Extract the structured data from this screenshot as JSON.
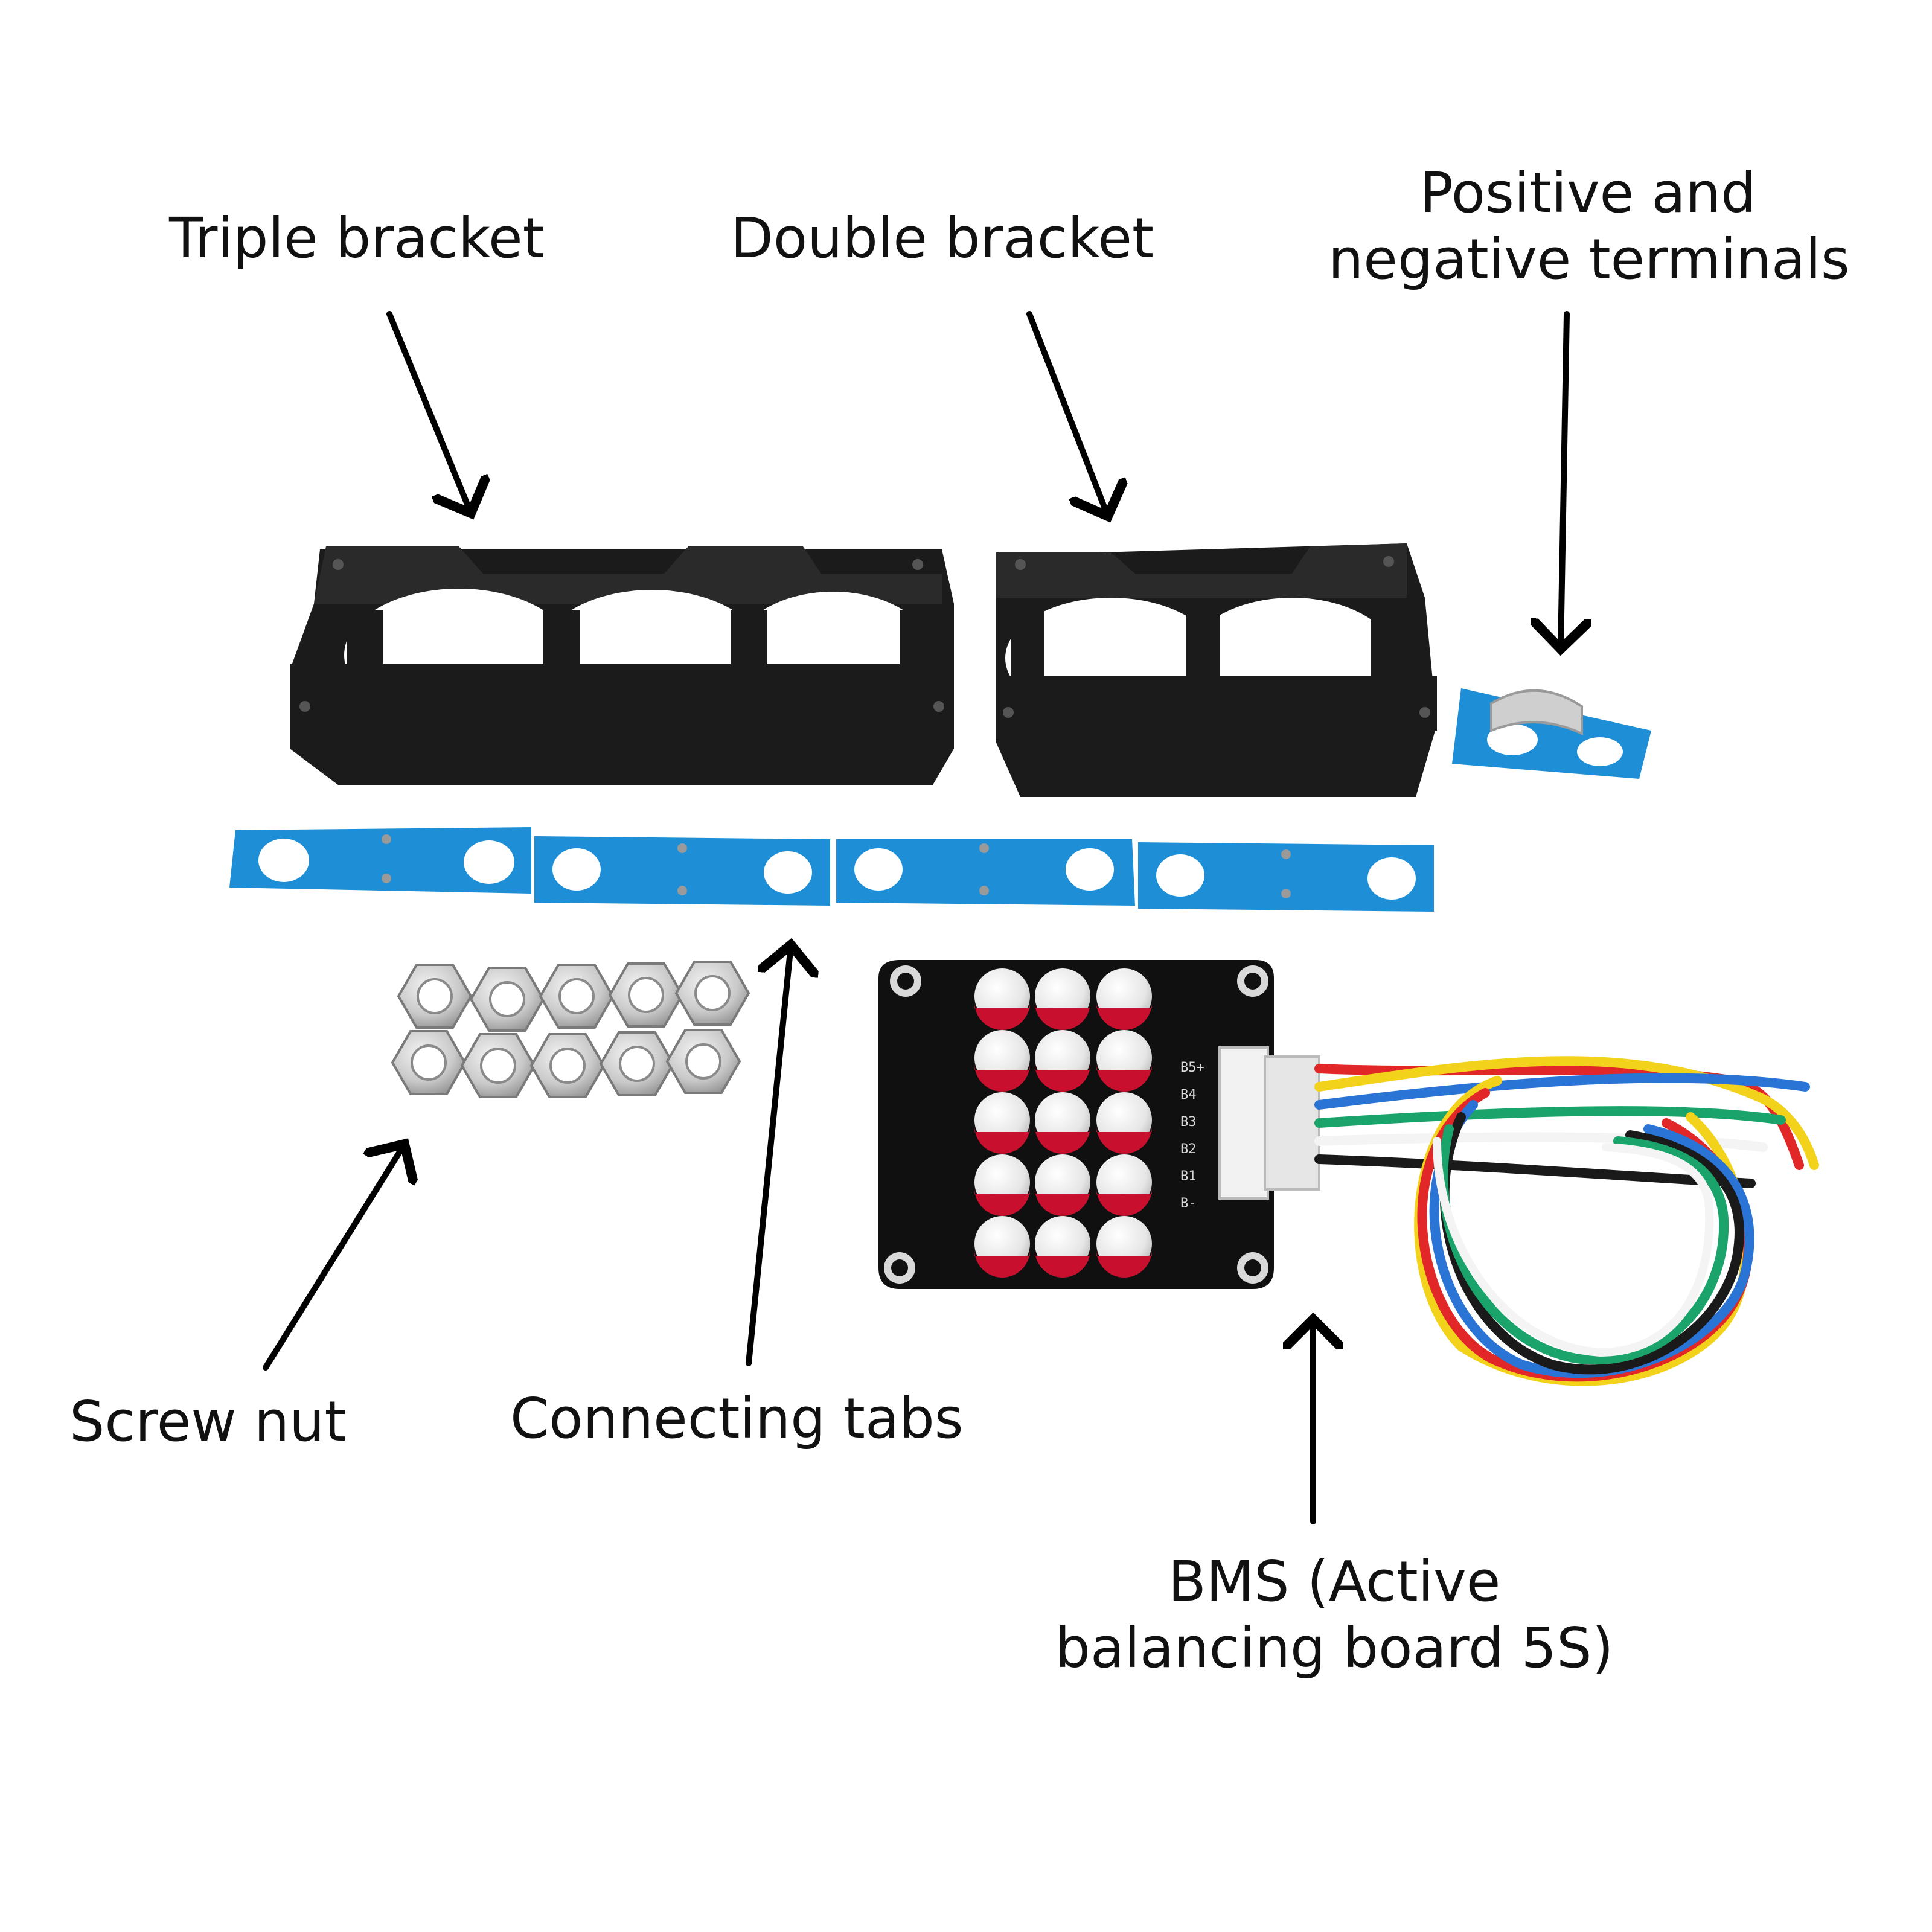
{
  "labels": {
    "triple_bracket": "Triple bracket",
    "double_bracket": "Double bracket",
    "terminals_line1": "Positive and",
    "terminals_line2": "negative terminals",
    "screw_nut": "Screw nut",
    "connecting_tabs": "Connecting tabs",
    "bms_line1": "BMS (Active",
    "bms_line2": "balancing board 5S)"
  },
  "board_markings": {
    "pins": [
      "B5+",
      "B4",
      "B3",
      "B2",
      "B1",
      "B-"
    ]
  },
  "colors": {
    "text": "#111111",
    "bracket": "#1b1b1b",
    "tab_blue": "#1e8fd6",
    "pcb": "#101010",
    "capacitor_red": "#c8102e",
    "nut_metal": "#c9c9c9",
    "wire_red": "#e12727",
    "wire_yellow": "#f2d21b",
    "wire_blue": "#2a74d6",
    "wire_green": "#1aa36a",
    "wire_black": "#1a1a1a",
    "wire_white": "#f4f4f4"
  }
}
